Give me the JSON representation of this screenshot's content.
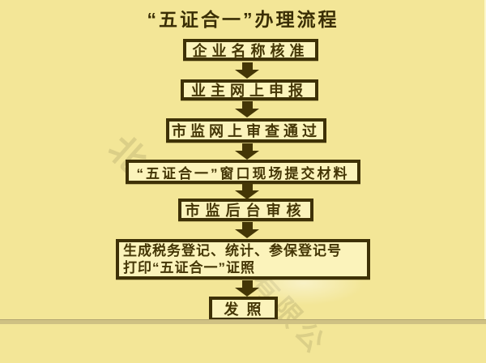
{
  "title": "“五证合一”办理流程",
  "flow": {
    "steps": [
      {
        "label": "企业名称核准"
      },
      {
        "label": "业主网上申报"
      },
      {
        "label": "市监网上审查通过"
      },
      {
        "label": "“五证合一”窗口现场提交材料"
      },
      {
        "label": "市监后台审核"
      },
      {
        "line1": "生成税务登记、统计、参保登记号",
        "line2": "打印“五证合一”证照"
      },
      {
        "label": "发照"
      }
    ]
  },
  "watermark": {
    "fragments": [
      "北",
      "有限公"
    ]
  },
  "colors": {
    "background": "#f3e697",
    "box_fill": "#fbf3bb",
    "ink": "#443606"
  }
}
